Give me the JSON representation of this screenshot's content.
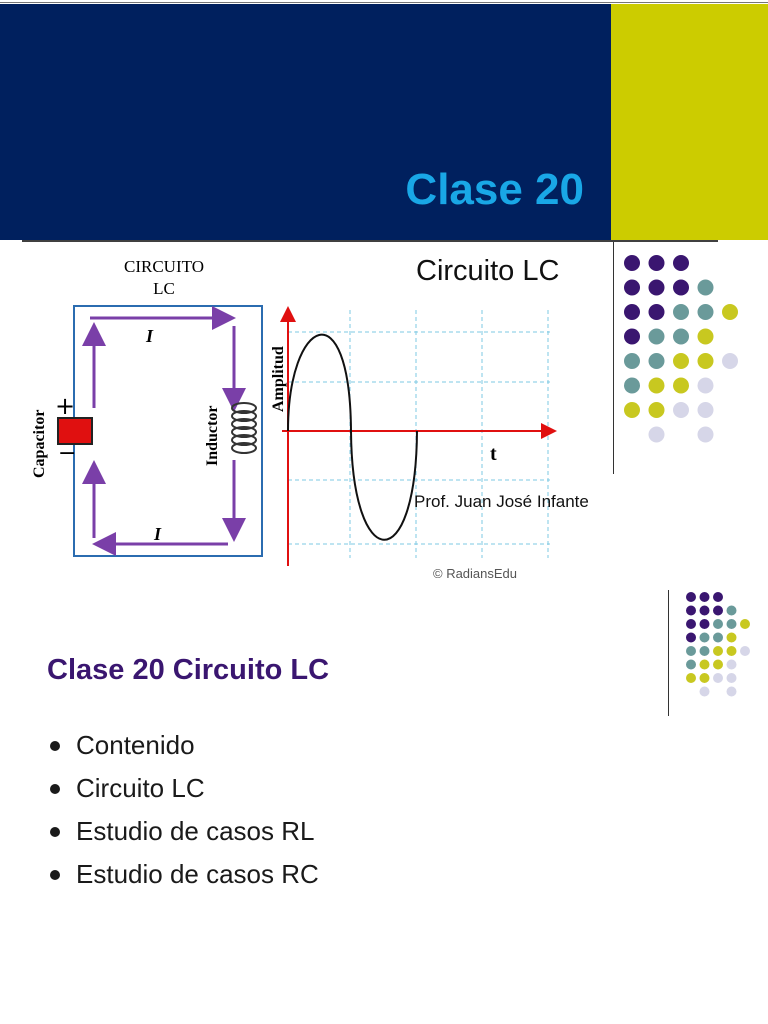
{
  "header": {
    "title": "Clase 20",
    "colors": {
      "band": "#00205e",
      "accent": "#cccc00",
      "title_text": "#19a7e6"
    }
  },
  "diagram": {
    "circuit_title_line1": "CIRCUITO",
    "circuit_title_line2": "LC",
    "panel_title": "Circuito LC",
    "current_label_top": "I",
    "current_label_bottom": "I",
    "capacitor_label": "Capacitor",
    "inductor_label": "Inductor",
    "plus_sign": "+",
    "minus_sign": "−",
    "amplitude_label": "Amplitud",
    "time_label": "t",
    "author": "Prof. Juan José Infante",
    "watermark": "© RadiansEdu",
    "colors": {
      "wire": "#2b6cb0",
      "arrow": "#7a3fa8",
      "capacitor": "#e01010",
      "axis": "#e01010",
      "grid": "#7ec8e3"
    }
  },
  "content": {
    "heading": "Clase 20 Circuito LC",
    "bullets": [
      "Contenido",
      "Circuito LC",
      "Estudio de casos RL",
      "Estudio de casos RC"
    ]
  },
  "dot_palette": {
    "purple": "#3a1670",
    "teal": "#6a9a9a",
    "yellow": "#c8c820",
    "lavender": "#d6d6e8"
  }
}
